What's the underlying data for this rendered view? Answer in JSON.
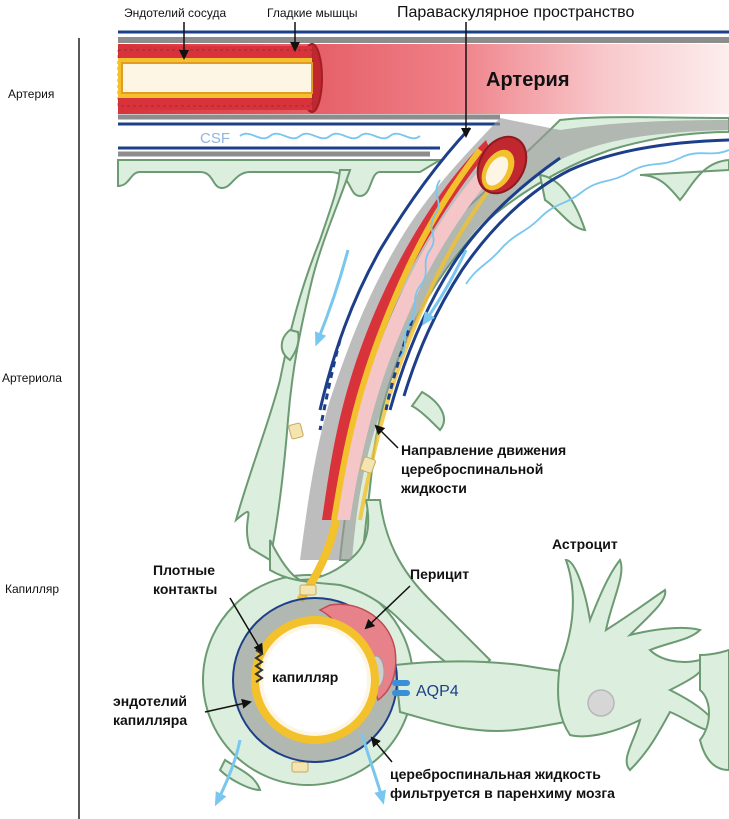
{
  "side_labels": {
    "artery": "Артерия",
    "arteriole": "Артериола",
    "capillary": "Капилляр"
  },
  "top_labels": {
    "vessel_endothelium": "Эндотелий сосуда",
    "smooth_muscle": "Гладкие мышцы",
    "perivascular_space": "Паравaскулярное пространство"
  },
  "main_labels": {
    "artery_title": "Артерия",
    "csf": "CSF",
    "flow_direction_line1": "Направление движения",
    "flow_direction_line2": "цереброспинальной",
    "flow_direction_line3": "жидкости",
    "astrocyte": "Астроцит",
    "tight_junctions_line1": "Плотные",
    "tight_junctions_line2": "контакты",
    "pericyte": "Перицит",
    "capillary": "капилляр",
    "capillary_endothelium_line1": "эндотелий",
    "capillary_endothelium_line2": "капилляра",
    "aqp4": "AQP4",
    "csf_filtered_line1": "цереброспинальная жидкость",
    "csf_filtered_line2": "фильтруется в паренхиму мозга"
  },
  "colors": {
    "artery_red": "#d8323a",
    "lumen_pink": "#f5c6c8",
    "endothelium_yellow": "#f3c12c",
    "astrocyte_green": "#dceedd",
    "astrocyte_outline": "#6c9a72",
    "perivascular_blue": "#1d3f8a",
    "csf_blue": "#79c6ee",
    "basement_gray": "#8d8d8d"
  }
}
